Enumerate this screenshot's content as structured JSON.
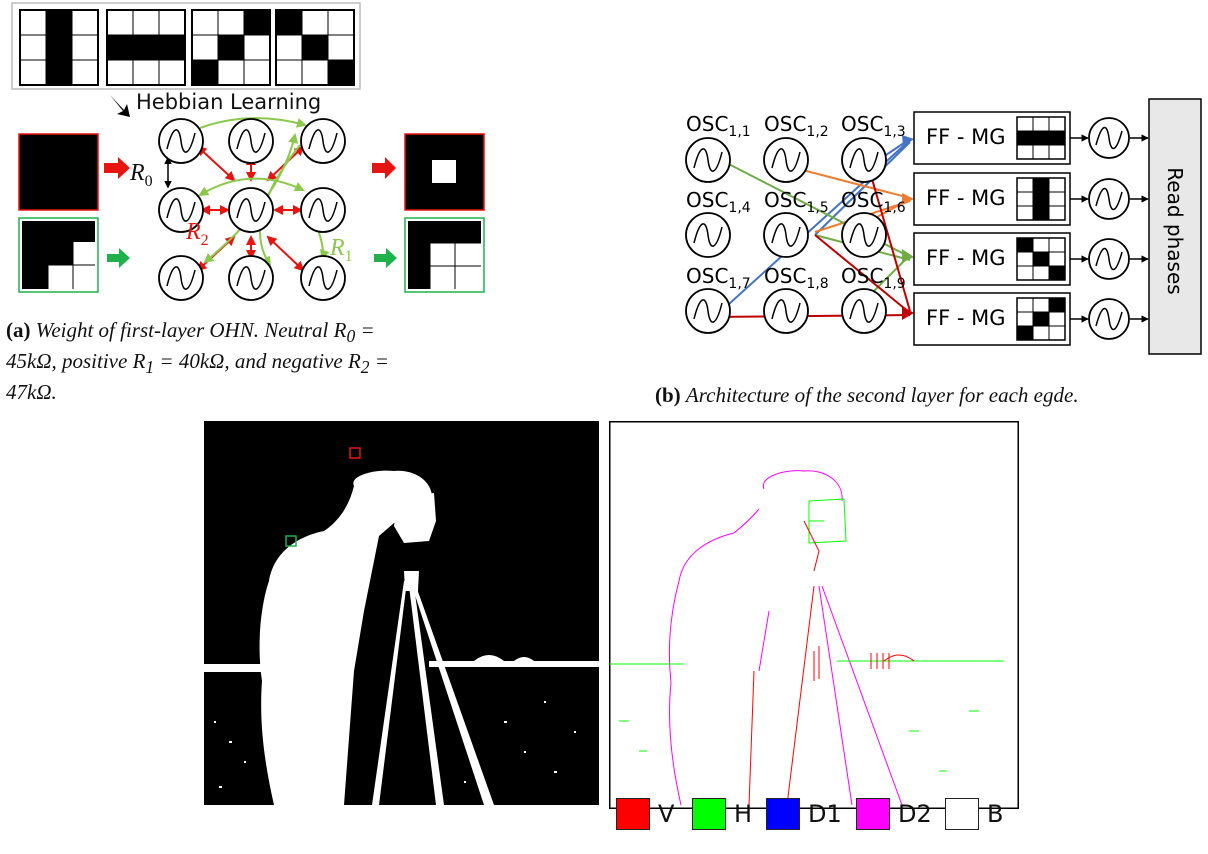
{
  "panel_a": {
    "hebbian_label": "Hebbian Learning",
    "r0": "R",
    "r0_sub": "0",
    "r1": "R",
    "r1_sub": "1",
    "r2": "R",
    "r2_sub": "2",
    "caption_tag": "(a)",
    "caption_l1": "Weight of first-layer OHN. Neutral R",
    "caption_l1_sub": "0",
    "caption_l1_end": " =",
    "caption_l2": "45kΩ, positive R",
    "caption_l2_sub": "1",
    "caption_l2_mid": " = 40kΩ, and negative R",
    "caption_l2_sub2": "2",
    "caption_l2_end": " =",
    "caption_l3": "47kΩ."
  },
  "panel_b": {
    "osc_prefix": "OSC",
    "osc_labels": [
      "1,1",
      "1,2",
      "1,3",
      "1,4",
      "1,5",
      "1,6",
      "1,7",
      "1,8",
      "1,9"
    ],
    "ffmg_label": "FF - MG",
    "read_phases": "Read phases",
    "caption_tag": "(b)",
    "caption": "Architecture of the second layer for each egde."
  },
  "legend": [
    {
      "label": "V",
      "color": "#ff0000"
    },
    {
      "label": "H",
      "color": "#00ff00"
    },
    {
      "label": "D1",
      "color": "#0000ff"
    },
    {
      "label": "D2",
      "color": "#ff00ff"
    },
    {
      "label": "B",
      "color": "#ffffff"
    }
  ],
  "colors": {
    "red": "#e8140f",
    "green": "#1fb24a",
    "light_green": "#8cc84b",
    "blue": "#4472c4",
    "orange": "#ed7d31",
    "dark_red": "#c00000"
  }
}
